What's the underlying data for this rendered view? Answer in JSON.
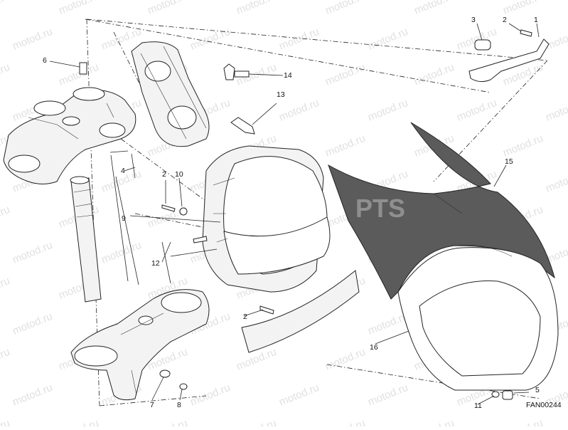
{
  "watermark": "motod.ru",
  "center_watermark": "PTS",
  "drawing_code": "FAN00244",
  "callouts": [
    "1",
    "2",
    "3",
    "4",
    "5",
    "6",
    "7",
    "8",
    "9",
    "10",
    "11",
    "12",
    "13",
    "14",
    "15",
    "16"
  ]
}
